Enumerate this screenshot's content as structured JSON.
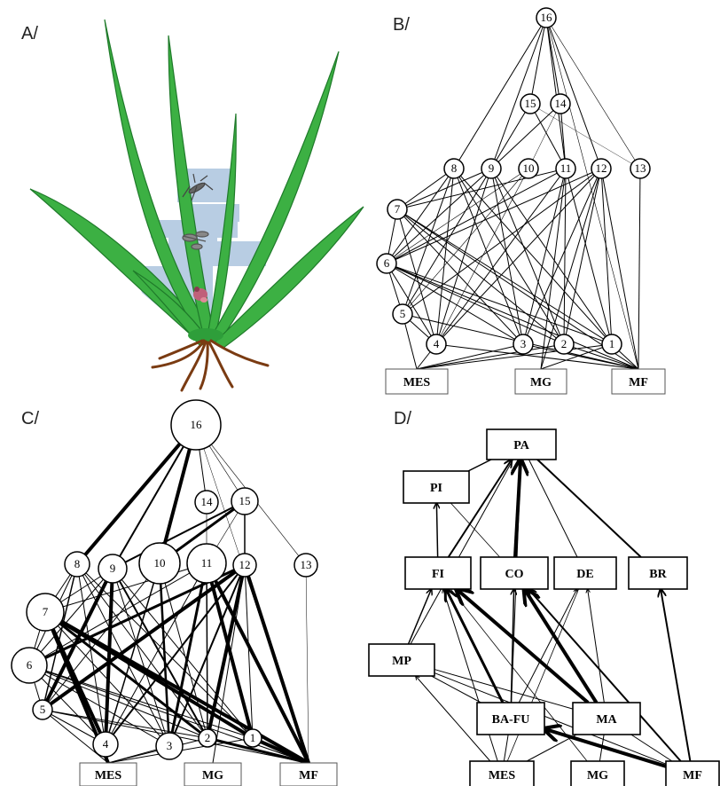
{
  "panels": {
    "a": {
      "label": "A/"
    },
    "b": {
      "label": "B/"
    },
    "c": {
      "label": "C/"
    },
    "d": {
      "label": "D/"
    }
  },
  "nodes": {
    "n1": "1",
    "n2": "2",
    "n3": "3",
    "n4": "4",
    "n5": "5",
    "n6": "6",
    "n7": "7",
    "n8": "8",
    "n9": "9",
    "n10": "10",
    "n11": "11",
    "n12": "12",
    "n13": "13",
    "n14": "14",
    "n15": "15",
    "n16": "16"
  },
  "boxes": {
    "mes": "MES",
    "mg": "MG",
    "mf": "MF"
  },
  "groups": {
    "pa": "PA",
    "pi": "PI",
    "fi": "FI",
    "co": "CO",
    "de": "DE",
    "br": "BR",
    "mp": "MP",
    "bafu": "BA-FU",
    "ma": "MA",
    "mes": "MES",
    "mg": "MG",
    "mf": "MF"
  },
  "colors": {
    "leaf": "#3cb043",
    "leaf_edge": "#1f7a2a",
    "water": "#b8cde3",
    "root": "#7a3b12",
    "ink": "#000000"
  }
}
